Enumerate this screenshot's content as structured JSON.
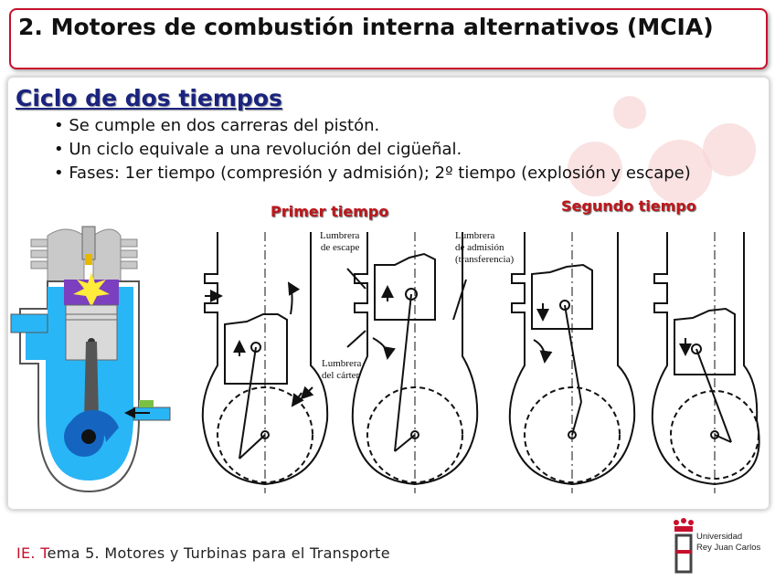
{
  "header": {
    "title": "2. Motores de combustión interna alternativos (MCIA)"
  },
  "section": {
    "title": "Ciclo de dos tiempos",
    "bullets": [
      "• Se cumple en dos carreras del pistón.",
      "• Un ciclo equivale a una revolución del cigüeñal.",
      "• Fases: 1er tiempo (compresión y admisión); 2º tiempo (explosión y escape)"
    ]
  },
  "diagram": {
    "primer_label": "Primer tiempo",
    "segundo_label": "Segundo tiempo",
    "annotations": {
      "escape": [
        "Lumbrera",
        "de escape"
      ],
      "admision": [
        "Lumbrera",
        "de admisión",
        "(transferencia)"
      ],
      "carter": [
        "Lumbrera",
        "del cárter"
      ]
    }
  },
  "footer": {
    "prefix": "IE. T",
    "text": "ema 5. Motores y Turbinas para el Transporte"
  },
  "logo": {
    "line1": "Universidad",
    "line2": "Rey Juan Carlos"
  },
  "colors": {
    "accent": "#c8102e",
    "section_title": "#1a237e",
    "engine_cyan": "#29b6f6",
    "engine_blue": "#1565c0"
  }
}
